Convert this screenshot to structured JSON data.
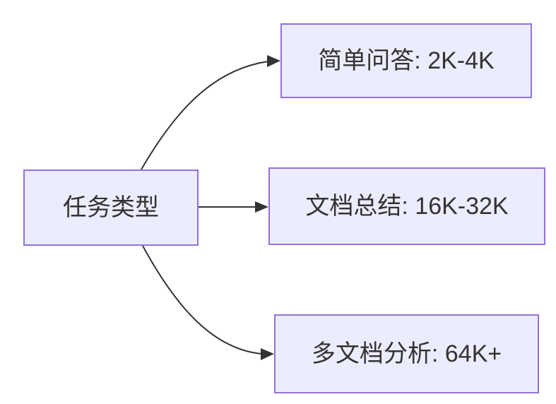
{
  "diagram": {
    "type": "flowchart",
    "direction": "left-to-right",
    "root": {
      "label": "任务类型"
    },
    "branches": [
      {
        "label": "简单问答: 2K-4K"
      },
      {
        "label": "文档总结: 16K-32K"
      },
      {
        "label": "多文档分析: 64K+"
      }
    ],
    "edges": [
      {
        "from": "任务类型",
        "to": "简单问答: 2K-4K"
      },
      {
        "from": "任务类型",
        "to": "文档总结: 16K-32K"
      },
      {
        "from": "任务类型",
        "to": "多文档分析: 64K+"
      }
    ]
  },
  "colors": {
    "background": "#ffffff",
    "node_fill": "#ECECFF",
    "node_border": "#9370DB",
    "edge_stroke": "#333333",
    "text": "#333333"
  }
}
